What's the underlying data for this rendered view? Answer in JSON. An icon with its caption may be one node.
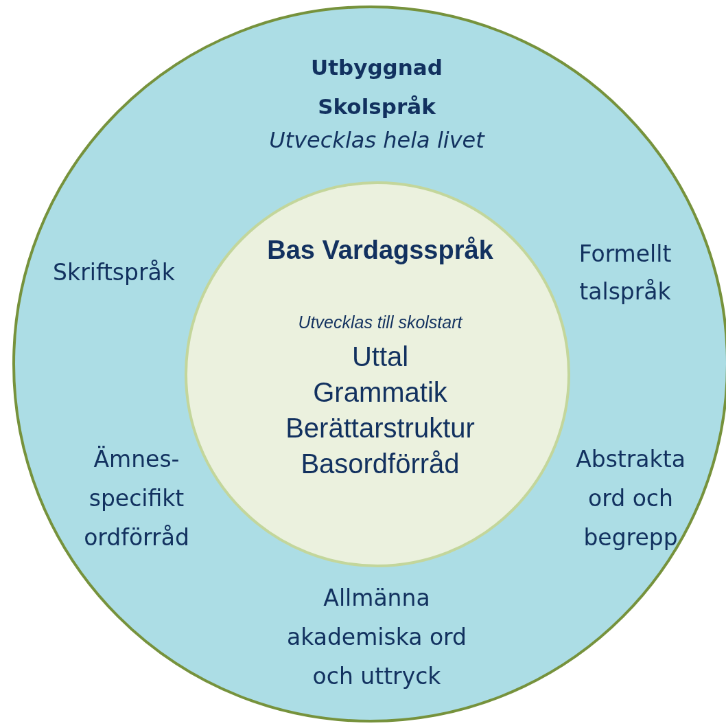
{
  "diagram": {
    "nodes": [
      {
        "text": [
          "Utbyggnad Skolspråk",
          "Utvecklas hela livet",
          "Skriftspråk",
          "Formellt talspråk",
          "Ämnes- specifikt ordförråd",
          "Abstrakta ord och begrepp",
          "Allmänna akademiska ord och uttryck"
        ]
      },
      {
        "text": [
          "Bas Vardagsspråk",
          "Utvecklas till skolstart",
          "Uttal",
          "Grammatik",
          "Berättarstruktur",
          "Basordförråd"
        ],
        "in": 0
      }
    ],
    "edges": []
  }
}
